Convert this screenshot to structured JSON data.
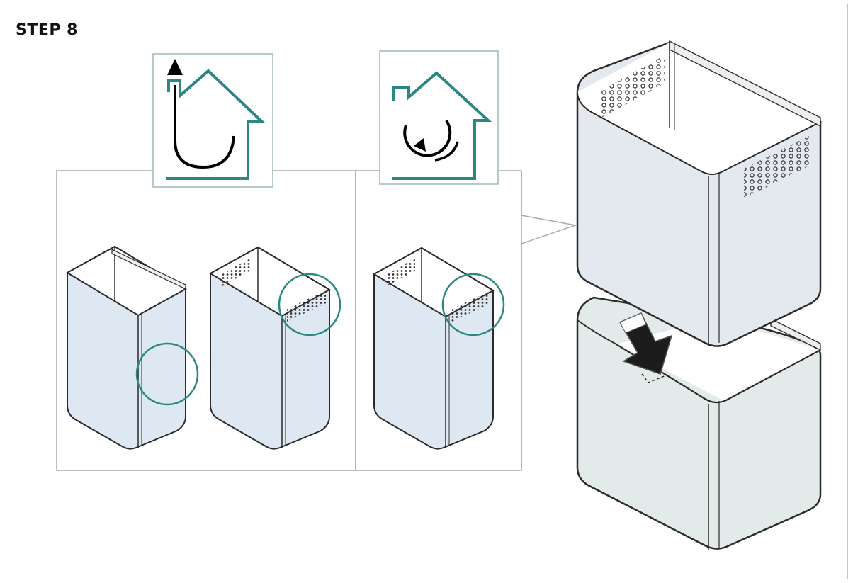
{
  "page": {
    "title": "STEP 8"
  },
  "icons": [
    {
      "name": "ducted-exhaust-mode-icon"
    },
    {
      "name": "recirculation-mode-icon"
    }
  ],
  "panels": [
    {
      "name": "ducted-mode-chimney-options",
      "chimneys": [
        "chimney-without-vents",
        "chimney-with-vents"
      ]
    },
    {
      "name": "recirculation-mode-chimney-option",
      "chimneys": [
        "chimney-with-vents"
      ]
    }
  ],
  "colors": {
    "teal": "#2a8781",
    "chimney_fill": "#dde8f2",
    "lower_chimney_fill": "#e3eaea",
    "outline": "#2b2b2b",
    "panel_border": "#a9a9a9"
  }
}
